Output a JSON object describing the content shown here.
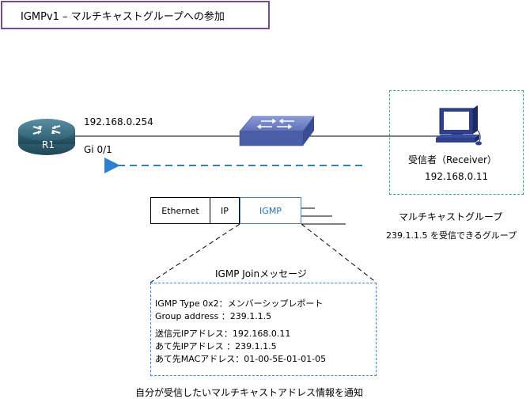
{
  "title": "IGMPv1 – マルチキャストグループへの参加",
  "router": {
    "label": "R1",
    "ip": "192.168.0.254",
    "interface": "Gi 0/1"
  },
  "receiver": {
    "label": "受信者（Receiver）",
    "ip": "192.168.0.11"
  },
  "multicast_group": {
    "title": "マルチキャストグループ",
    "description": "239.1.1.5 を受信できるグループ"
  },
  "packet": {
    "ethernet": "Ethernet",
    "ip": "IP",
    "igmp": "IGMP"
  },
  "message": {
    "heading": "IGMP Joinメッセージ",
    "type_line": "IGMP Type 0x2：メンバーシップレポート",
    "group_line": "Group address  ：239.1.1.5",
    "src_line": "送信元IPアドレス：192.168.0.11",
    "dst_line": "あて先IPアドレス ：239.1.1.5",
    "mac_line": "あて先MACアドレス：01-00-5E-01-01-05"
  },
  "footer": "自分が受信したいマルチキャストアドレス情報を通知",
  "colors": {
    "title_border": "#7a4a9a",
    "receiver_border": "#39b36b",
    "arrow": "#2f7fd0",
    "igmp_accent": "#3f86c8",
    "switch": "#5b6fb6"
  }
}
